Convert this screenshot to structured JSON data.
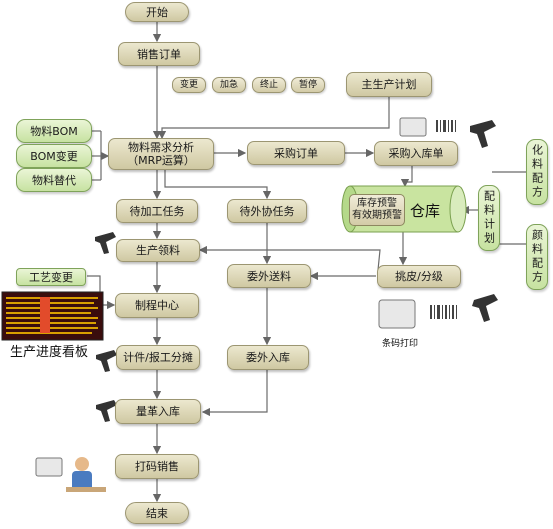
{
  "nodes": {
    "start": "开始",
    "sales_order": "销售订单",
    "change": "变更",
    "add_order": "加急",
    "terminate": "终止",
    "pause": "暂停",
    "master_plan": "主生产计划",
    "material_bom": "物料BOM",
    "bom_change": "BOM变更",
    "material_sub": "物料替代",
    "mrp_line1": "物料需求分析",
    "mrp_line2": "（MRP运算）",
    "purchase_order": "采购订单",
    "purchase_receive": "采购入库单",
    "pending_process": "待加工任务",
    "pending_outsource": "待外协任务",
    "stock_warn": "库存预警",
    "expiry_warn": "有效期预警",
    "warehouse": "仓库",
    "batch_plan": "配料计划",
    "chem_recipe": "化料配方",
    "dye_recipe": "颜料配方",
    "production_issue": "生产领料",
    "craft_change": "工艺变更",
    "outsource_send": "委外送料",
    "pick_grade": "挑皮/分级",
    "process_center": "制程中心",
    "progress_board": "生产进度看板",
    "piece_report": "计件/报工分摊",
    "outsource_in": "委外入库",
    "barcode_print": "条码打印",
    "measure_in": "量革入库",
    "code_sale": "打码销售",
    "end": "结束"
  },
  "colors": {
    "tan_fill": "#e3dfc3",
    "green_fill": "#d6ebb8",
    "line": "#6b6b6b"
  }
}
